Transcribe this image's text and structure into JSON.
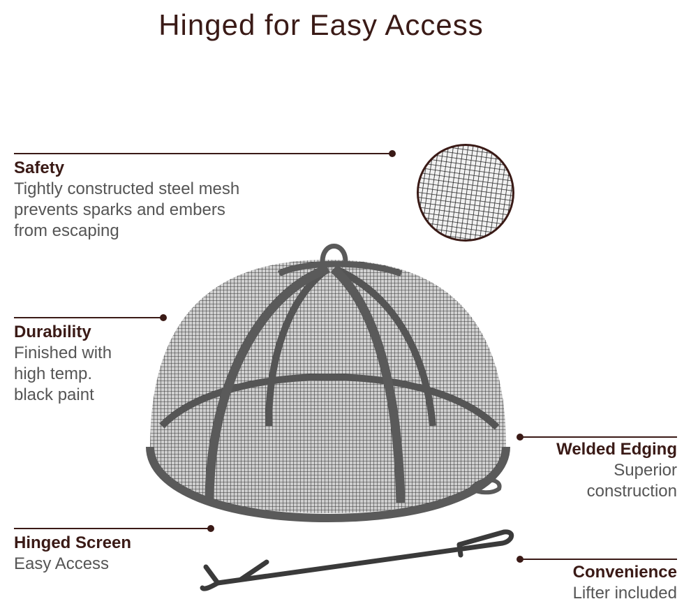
{
  "title": "Hinged for Easy Access",
  "callouts": {
    "safety": {
      "head": "Safety",
      "body": "Tightly constructed steel mesh\nprevents sparks and embers\nfrom escaping"
    },
    "durability": {
      "head": "Durability",
      "body": "Finished with\nhigh temp.\nblack paint"
    },
    "welded": {
      "head": "Welded Edging",
      "body": "Superior\nconstruction"
    },
    "hinged": {
      "head": "Hinged Screen",
      "body": "Easy Access"
    },
    "convenience": {
      "head": "Convenience",
      "body": "Lifter included"
    }
  },
  "colors": {
    "text_dark": "#3a1a16",
    "text_body": "#555555",
    "metal": "#5a5a5a",
    "mesh": "#3c3c3c"
  },
  "images": {
    "dome": "spark-screen-dome",
    "mesh_detail": "steel-mesh-closeup",
    "lifter": "screen-lifter-tool"
  }
}
